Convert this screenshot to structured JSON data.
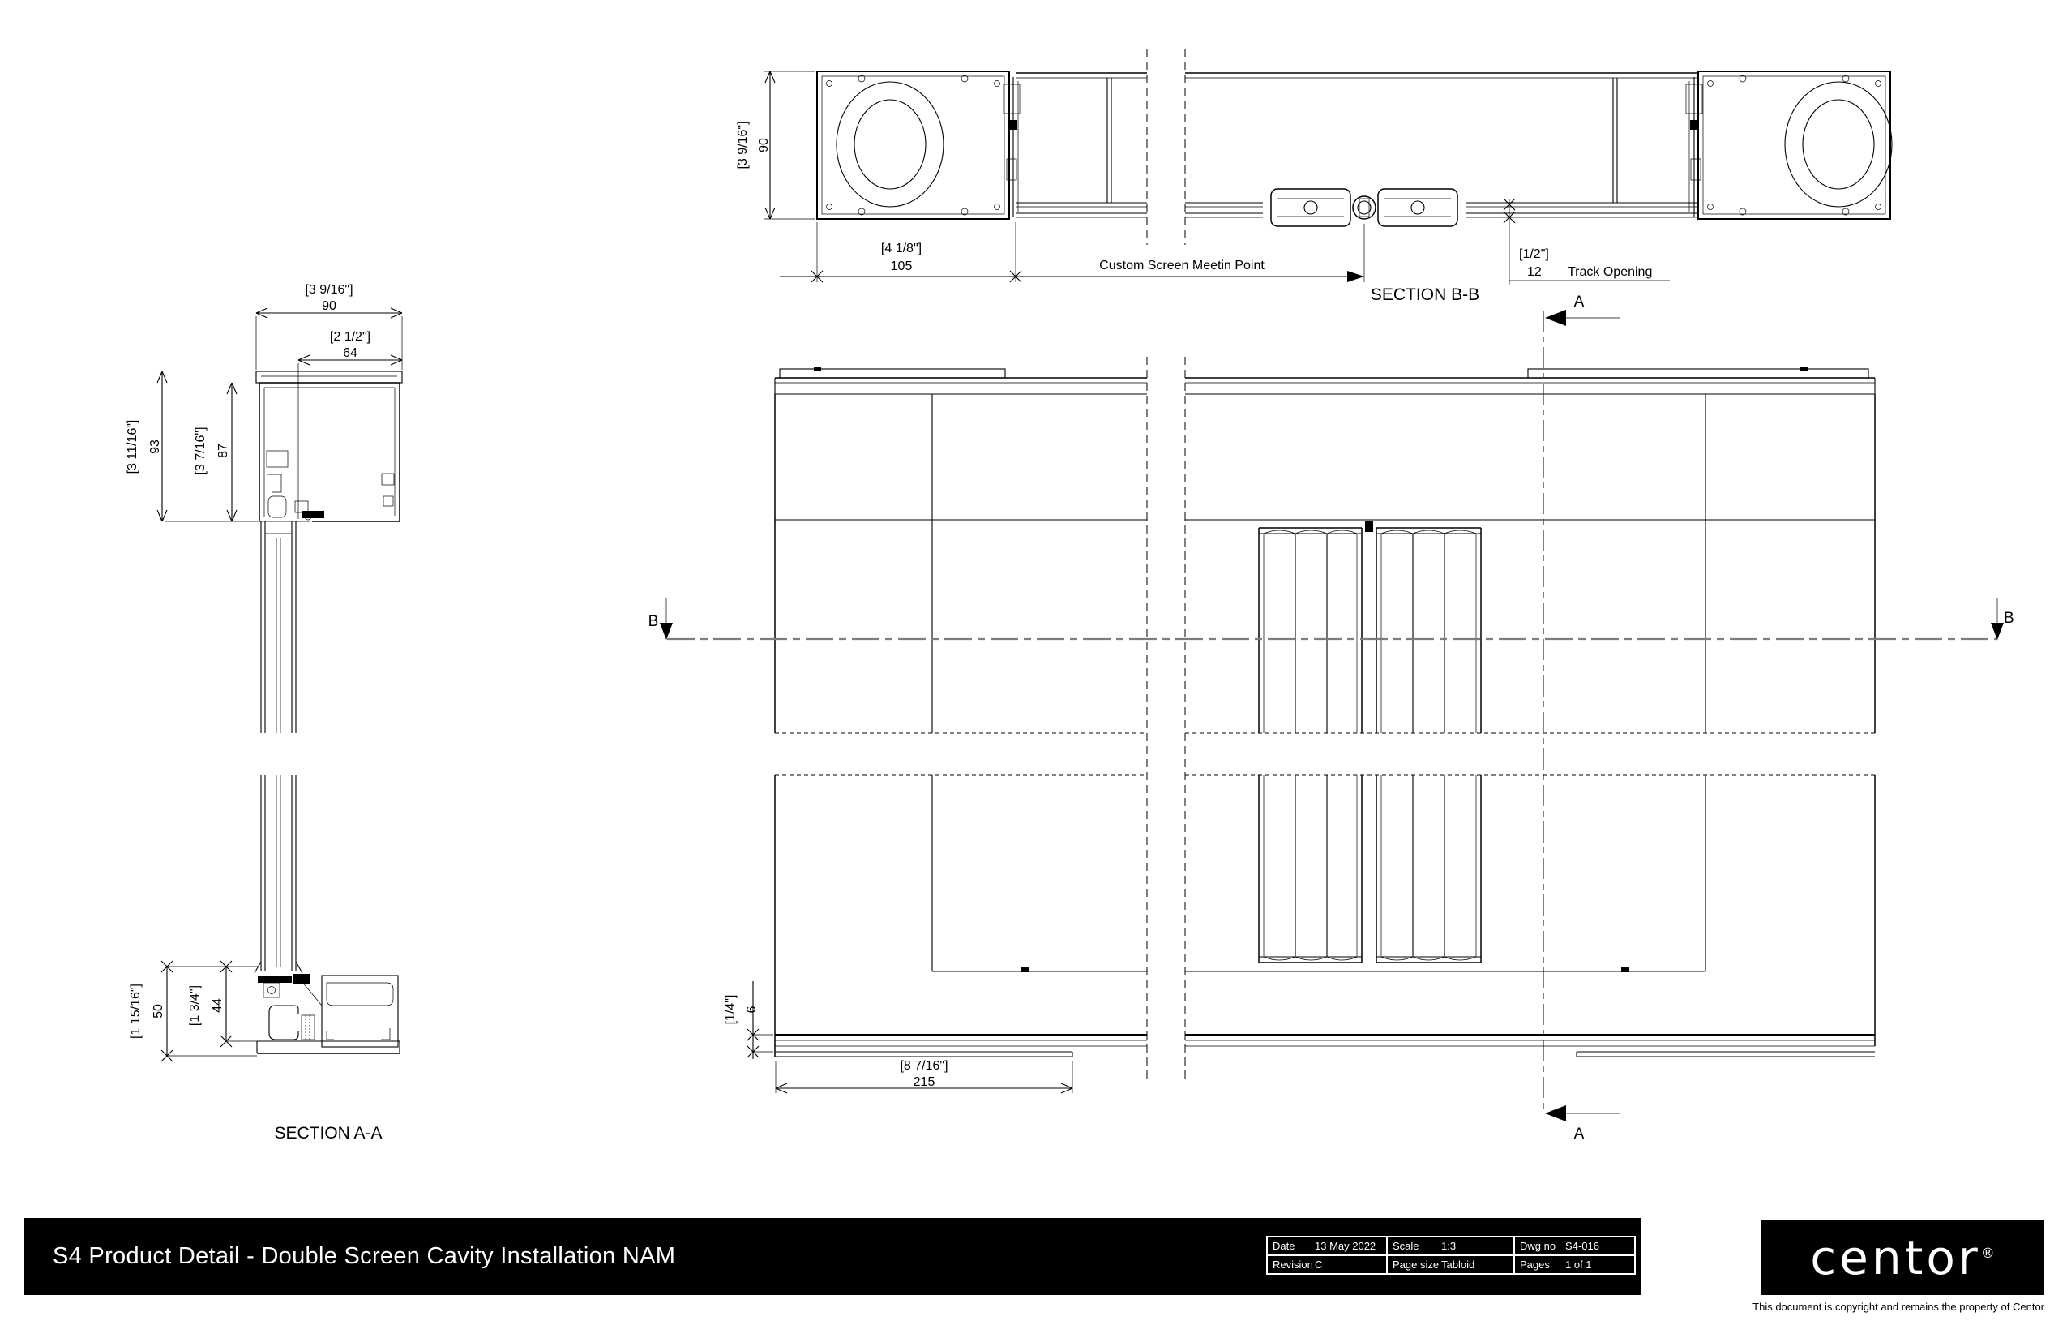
{
  "sections": {
    "bb": {
      "label": "SECTION B-B",
      "dims": {
        "height_in": "[3 9/16\"]",
        "height_mm": "90",
        "cavity_in": "[4 1/8\"]",
        "cavity_mm": "105",
        "meeting_label": "Custom Screen Meetin Point",
        "track_in": "[1/2\"]",
        "track_mm": "12",
        "track_label": "Track Opening"
      }
    },
    "aa": {
      "label": "SECTION A-A",
      "dims": {
        "width_in": "[3 9/16\"]",
        "width_mm": "90",
        "inner_width_in": "[2 1/2\"]",
        "inner_width_mm": "64",
        "height_in": "[3 11/16\"]",
        "height_mm": "93",
        "inner_height_in": "[3 7/16\"]",
        "inner_height_mm": "87",
        "sill_in": "[1 15/16\"]",
        "sill_mm": "50",
        "sill_inner_in": "[1 3/4\"]",
        "sill_inner_mm": "44"
      }
    },
    "elevation": {
      "dims": {
        "floor_in": "[1/4\"]",
        "floor_mm": "6",
        "sill_in": "[8 7/16\"]",
        "sill_mm": "215"
      },
      "marker_a": "A",
      "marker_b": "B"
    }
  },
  "title_block": {
    "title": "S4 Product Detail - Double Screen Cavity Installation NAM",
    "fields": [
      {
        "label": "Date",
        "value": "13 May 2022"
      },
      {
        "label": "Scale",
        "value": "1:3"
      },
      {
        "label": "Dwg no",
        "value": "S4-016"
      },
      {
        "label": "Revision",
        "value": "C"
      },
      {
        "label": "Page size",
        "value": "Tabloid"
      },
      {
        "label": "Pages",
        "value": "1 of 1"
      }
    ],
    "logo": "centor",
    "logo_mark": "®",
    "copyright": "This document is copyright and remains the property of Centor",
    "colors": {
      "bar_bg": "#000000",
      "bar_text": "#ffffff",
      "line": "#000000",
      "centerline": "#7d7d7d"
    }
  }
}
